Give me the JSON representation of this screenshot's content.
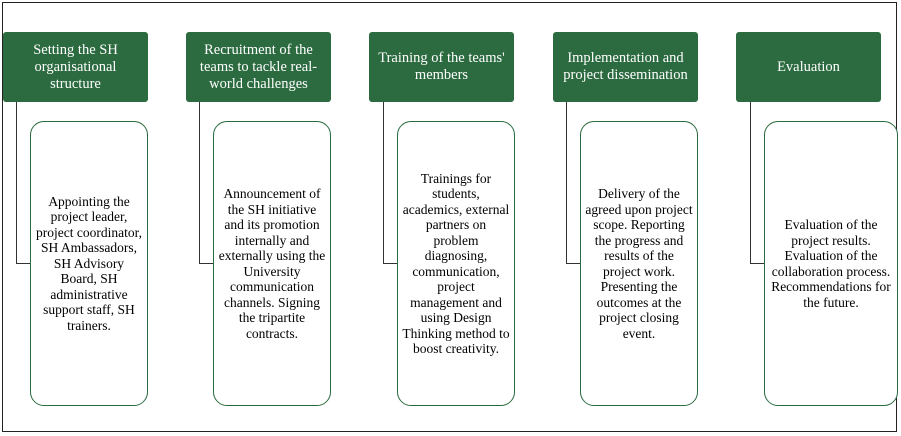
{
  "steps": [
    {
      "header": "Setting the SH organisational structure",
      "body": "Appointing the project leader, project coordinator, SH Ambassadors, SH Advisory Board, SH administrative support staff, SH trainers."
    },
    {
      "header": "Recruitment of the teams to tackle real-world challenges",
      "body": "Announcement of the SH initiative and its promotion internally and externally using the University communication channels. Signing the tripartite contracts."
    },
    {
      "header": "Training of the teams' members",
      "body": "Trainings for students, academics, external partners on problem diagnosing, communication, project management and using Design Thinking method to boost creativity."
    },
    {
      "header": "Implementation and project dissemination",
      "body": "Delivery of the agreed upon project scope. Reporting the progress and results of the project work. Presenting the outcomes at the project closing event."
    },
    {
      "header": "Evaluation",
      "body": "Evaluation of the project results. Evaluation of the collaboration process. Recommendations for the future."
    }
  ]
}
